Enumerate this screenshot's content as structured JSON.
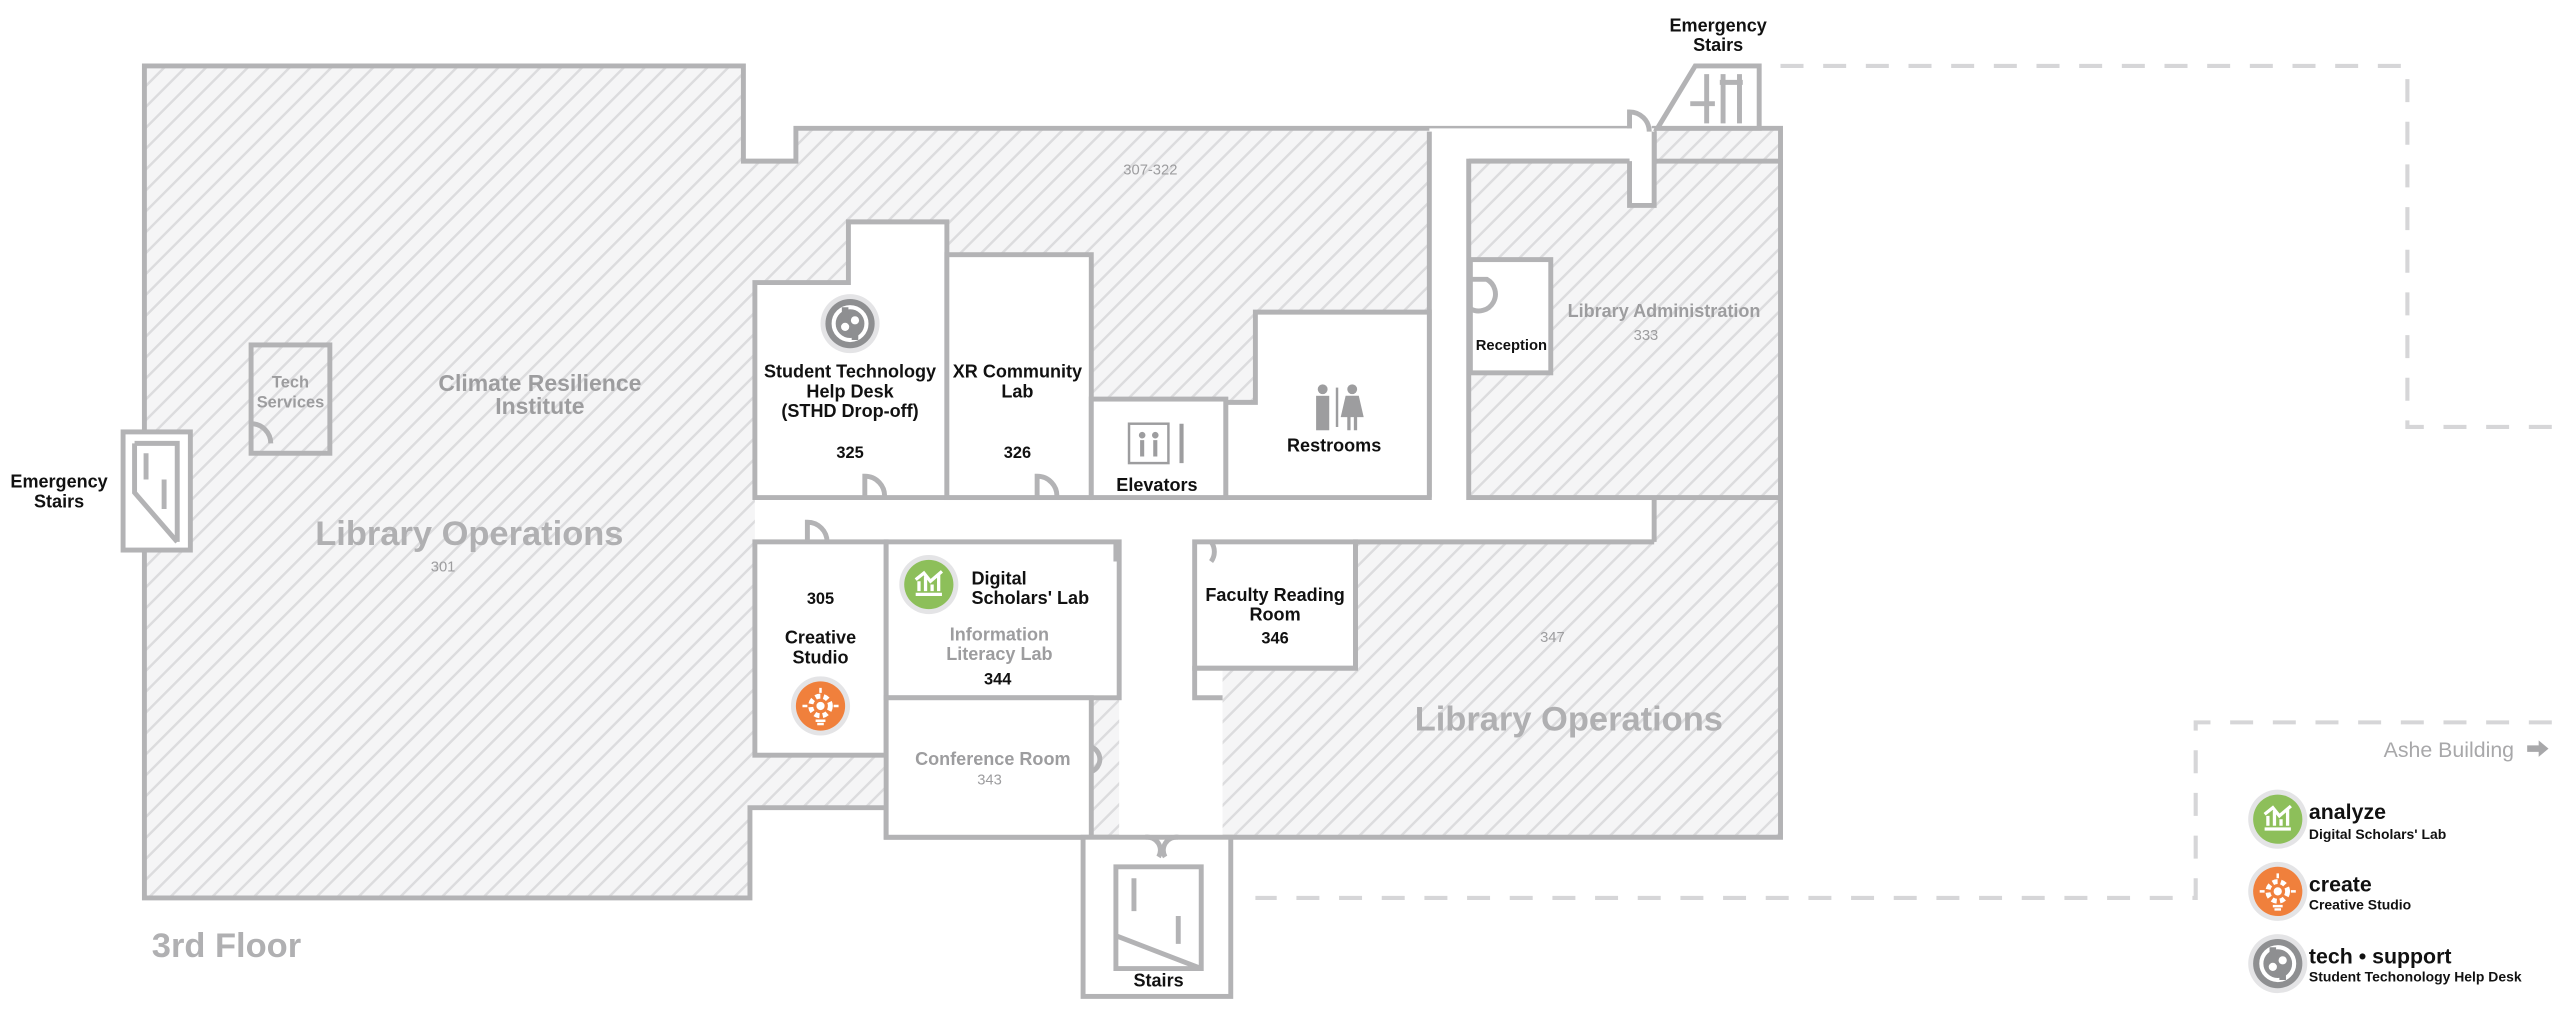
{
  "floor_label": "3rd Floor",
  "colors": {
    "wall": "#b3b3b5",
    "analyze": "#8dbf5a",
    "create": "#f0803c",
    "tech_support": "#8e8f91"
  },
  "rooms": {
    "emergency_stairs_top": [
      "Emergency",
      "Stairs"
    ],
    "emergency_stairs_left": [
      "Emergency",
      "Stairs"
    ],
    "climate": [
      "Climate Resilience",
      "Institute"
    ],
    "tech_services": [
      "Tech",
      "Services"
    ],
    "library_ops_west": {
      "name": "Library Operations",
      "number": "301"
    },
    "zone_307": "307-322",
    "sthd": {
      "name": [
        "Student Technology",
        "Help Desk",
        "(STHD Drop-off)"
      ],
      "number": "325"
    },
    "xr": {
      "name": [
        "XR Community",
        "Lab"
      ],
      "number": "326"
    },
    "elevators": "Elevators",
    "restrooms": "Restrooms",
    "library_admin": {
      "name": "Library Administration",
      "number": "333"
    },
    "reception": "Reception",
    "creative": {
      "number": "305",
      "name": [
        "Creative",
        "Studio"
      ]
    },
    "digital": {
      "name": [
        "Digital",
        "Scholars' Lab"
      ],
      "sub": [
        "Information",
        "Literacy Lab"
      ],
      "number": "344"
    },
    "faculty": {
      "name": [
        "Faculty Reading",
        "Room"
      ],
      "number": "346"
    },
    "zone_347": "347",
    "library_ops_east": "Library Operations",
    "conference": {
      "name": "Conference Room",
      "number": "343"
    },
    "stairs": "Stairs"
  },
  "ashe_building": "Ashe Building",
  "legend": [
    {
      "title": "analyze",
      "subtitle": "Digital Scholars' Lab",
      "icon": "chart-icon"
    },
    {
      "title": "create",
      "subtitle": "Creative Studio",
      "icon": "lightbulb-gear-icon"
    },
    {
      "title": "tech • support",
      "subtitle": "Student Techonology Help Desk",
      "icon": "circuit-icon"
    }
  ]
}
